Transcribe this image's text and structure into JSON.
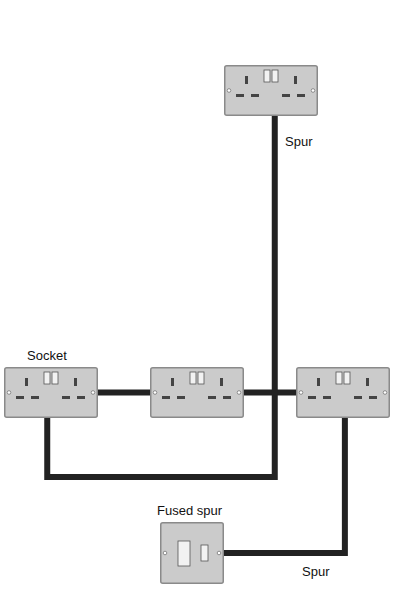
{
  "diagram": {
    "nodes": [
      {
        "text": []
      },
      {
        "text": [
          "Socket"
        ]
      },
      {
        "text": []
      },
      {
        "text": []
      },
      {
        "text": [
          "Fused spur"
        ]
      }
    ],
    "edges": [
      {
        "from": 1,
        "to": 2,
        "arrow": "none"
      },
      {
        "from": 2,
        "to": 3,
        "arrow": "none"
      },
      {
        "from": 0,
        "to": 1,
        "arrow": "none",
        "label": "Spur"
      },
      {
        "from": 3,
        "to": 4,
        "arrow": "none",
        "label": "Spur"
      }
    ]
  }
}
